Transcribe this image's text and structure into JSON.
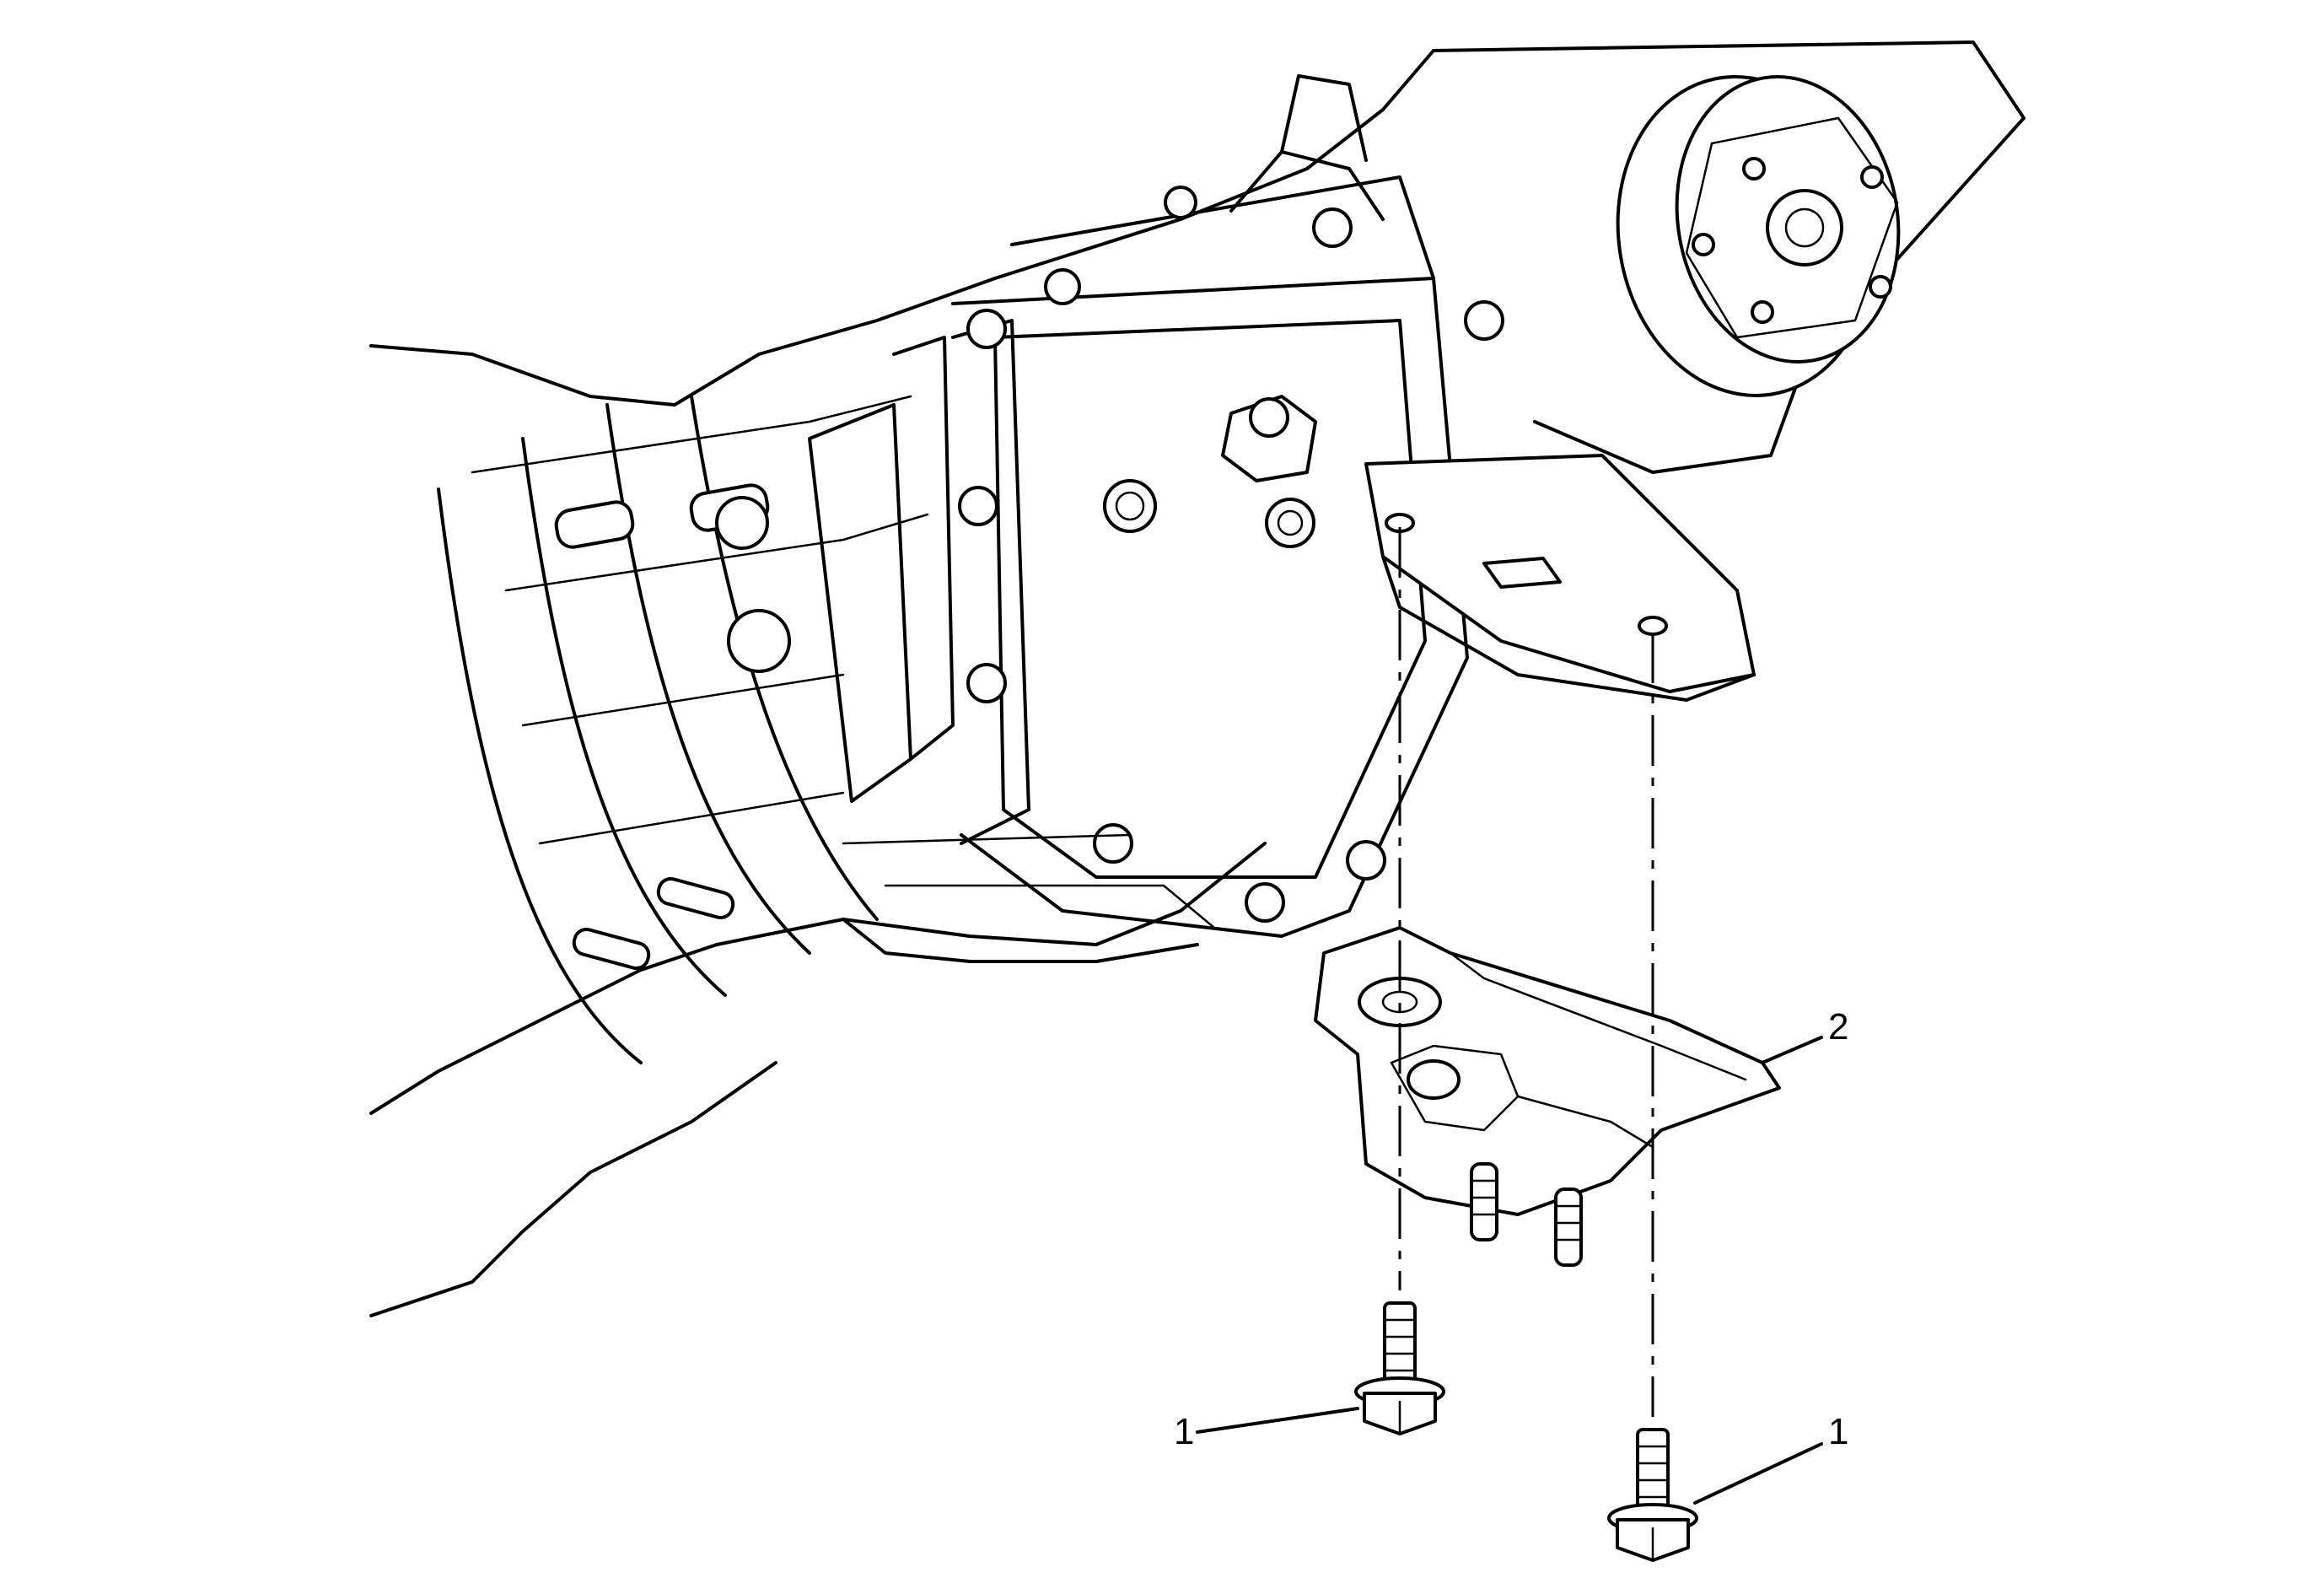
{
  "callouts": [
    {
      "id": "bolt-left",
      "label": "1"
    },
    {
      "id": "bolt-right",
      "label": "1"
    },
    {
      "id": "mount",
      "label": "2"
    }
  ]
}
